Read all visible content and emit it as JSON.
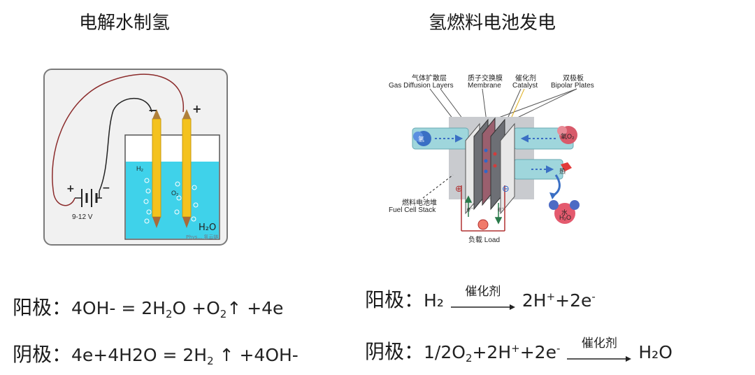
{
  "left": {
    "title": "电解水制氢",
    "battery_label": "9-12 V",
    "minus_sign": "−",
    "plus_sign": "+",
    "h2_label": "H₂",
    "o2_label": "O₂",
    "water_label": "H₂O",
    "watermark": "Phys... 氢云链"
  },
  "right": {
    "title": "氢燃料电池发电",
    "labels": {
      "gdl_cn": "气体扩散层",
      "gdl_en": "Gas Diffusion Layers",
      "mem_cn": "质子交换膜",
      "mem_en": "Membrane",
      "cat_cn": "催化剂",
      "cat_en": "Catalyst",
      "bp_cn": "双极板",
      "bp_en": "Bipolar Plates",
      "stack_cn": "燃料电池堆",
      "stack_en": "Fuel Cell Stack",
      "load": "负载  Load",
      "hydrogen": "氢",
      "oxygen": "氧O₂",
      "heat": "热",
      "water": "水",
      "water_formula": "H₂O",
      "electron": "e⁻",
      "plus_term": "⊕",
      "minus_term": "⊖"
    }
  },
  "equations": {
    "left_anode_label": "阳极：",
    "left_anode_lhs": "4OH-  = 2H",
    "left_anode_sub1": "2",
    "left_anode_mid": "O +O",
    "left_anode_sub2": "2",
    "left_anode_rhs": "↑ +4e",
    "left_cathode_label": "阴极：",
    "left_cathode_lhs": "4e+4H2O  = 2H",
    "left_cathode_sub": "2",
    "left_cathode_rhs": " ↑  +4OH-",
    "right_anode_label": "阳极：",
    "right_anode_lhs": "H₂",
    "right_anode_catalyst": "催化剂",
    "right_anode_rhs1": "2H",
    "right_anode_sup1": "+",
    "right_anode_rhs2": "+2e",
    "right_anode_sup2": "-",
    "right_cathode_label": "阴极：",
    "right_cathode_lhs1": "1/2O",
    "right_cathode_sub": "2",
    "right_cathode_lhs2": "+2H",
    "right_cathode_sup1": "+",
    "right_cathode_lhs3": "+2e",
    "right_cathode_sup2": "-",
    "right_cathode_catalyst": "催化剂",
    "right_cathode_rhs": "H₂O"
  },
  "colors": {
    "water": "#3fd2ea",
    "electrode": "#f4c21e",
    "wire": "#8b2b2b",
    "cell_grey": "#c9cbcf",
    "tube": "#9fd6dc"
  }
}
